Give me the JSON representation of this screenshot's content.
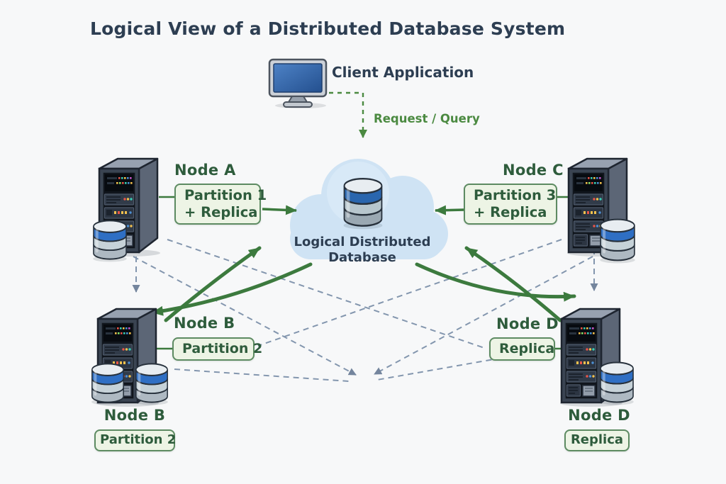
{
  "title": "Logical View of a Distributed Database System",
  "client": {
    "label": "Client Application",
    "request_label": "Request / Query",
    "icon": "monitor-icon"
  },
  "cloud": {
    "line1": "Logical Distributed",
    "line2": "Database",
    "icon": "database-cylinder-icon"
  },
  "nodes": {
    "a": {
      "name": "Node A",
      "partition_line1": "Partition 1",
      "partition_line2": "+ Replica"
    },
    "b": {
      "name": "Node B",
      "partition_line1": "Partition 2",
      "caption_name": "Node B",
      "caption_partition": "Partition 2"
    },
    "c": {
      "name": "Node C",
      "partition_line1": "Partition 3",
      "partition_line2": "+ Replica"
    },
    "d": {
      "name": "Node D",
      "partition_line1": "Replica",
      "caption_name": "Node D",
      "caption_partition": "Replica"
    }
  },
  "icons": {
    "client": "monitor-icon",
    "node": "server-tower-icon",
    "storage": "database-cylinder-icon",
    "logical_database": "cloud-icon"
  },
  "colors": {
    "accent_green": "#3c7a3e",
    "green_text": "#2e5c3c",
    "box_fill": "#edf4e5",
    "box_border": "#5d8b62",
    "navy_text": "#2d3e52",
    "cloud_fill": "#cfe3f4",
    "dashed_slate": "#8396ae",
    "db_blue": "#2f6fc4"
  }
}
